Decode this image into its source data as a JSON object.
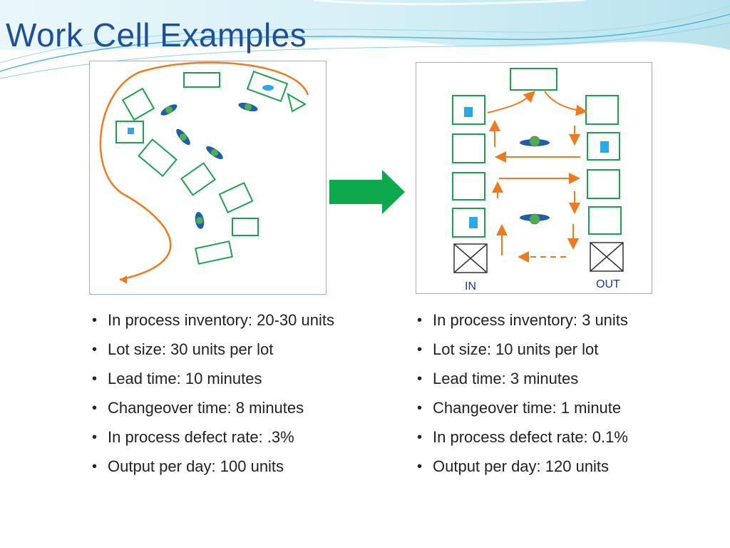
{
  "slide": {
    "title": "Work Cell Examples"
  },
  "diagram": {
    "in_label": "IN",
    "out_label": "OUT"
  },
  "before": {
    "bullets": [
      "In process inventory: 20-30 units",
      "Lot size: 30 units per lot",
      "Lead time: 10 minutes",
      "Changeover time: 8 minutes",
      "In process defect rate: .3%",
      "Output per day: 100 units"
    ]
  },
  "after": {
    "bullets": [
      "In process inventory:  3 units",
      "Lot size: 10 units per lot",
      "Lead time: 3 minutes",
      "Changeover time: 1 minute",
      "In process defect rate: 0.1%",
      "Output per day: 120 units"
    ]
  },
  "colors": {
    "title": "#1f4e9a",
    "machine": "#1aa34a",
    "flow": "#f07a1e",
    "worker_head": "#4caf50",
    "worker_body": "#1f5fa8",
    "wip": "#29a9e8",
    "transform_arrow": "#0ea94c"
  }
}
